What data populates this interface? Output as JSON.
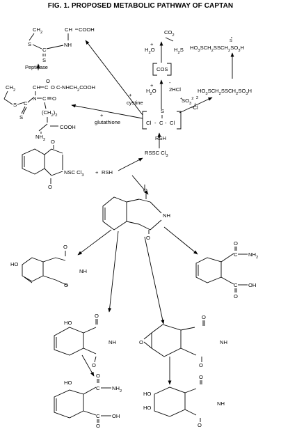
{
  "title": "FIG. 1.    PROPOSED METABOLIC PATHWAY OF CAPTAN",
  "arrow_labels": {
    "peptidase": "Peptidase",
    "cystine": "cystine",
    "glutathione": "glutathione",
    "rsh_lower": "RSH",
    "plus_cystine": "+",
    "plus_glutathione": "+"
  },
  "products": {
    "co2": "CO",
    "co2_sub": "2",
    "h2o_a": "H",
    "h2o_a_sub": "2",
    "h2o_a_o": "O",
    "plus_a": "+",
    "h2s": "H",
    "h2s_sub": "2",
    "h2s_s": "S",
    "cos": "COS",
    "h2o_b": "H",
    "h2o_b_sub": "2",
    "h2o_b_o": "O",
    "plus_b": "+",
    "two_hcl": "2HCl",
    "neg_top": "-",
    "so3_2": "SO",
    "so3_2_sub": "3",
    "so3_2_sup": "2",
    "neg_cl": "Cl",
    "minus_cl": "-",
    "plus_so3": "+"
  },
  "sulfonates": {
    "trithio_top": "HO",
    "trithio_top_2": "3",
    "trithio_top_3": "SCH",
    "trithio_top_4": "2",
    "trithio_top_5": "SSCH",
    "trithio_top_6": "2",
    "trithio_top_7": "SO",
    "trithio_top_8": "3",
    "trithio_top_9": "H",
    "dithio_a": "HO",
    "dithio_b": "3",
    "dithio_c": "SCH",
    "dithio_d": "2",
    "dithio_e": "SSCH",
    "dithio_f": "2",
    "dithio_g": "SO",
    "dithio_h": "3",
    "dithio_i": "H"
  },
  "thiophosgene": {
    "s": "S",
    "cl_l": "Cl",
    "c": "C",
    "cl_r": "Cl",
    "dash1": "-",
    "dash2": "-"
  },
  "captan_reaction": {
    "nscl": "NSC Cl",
    "nscl_sub": "3",
    "plus": "+",
    "rsh": "RSH",
    "rsscl": "RSSC  Cl",
    "rsscl_sub": "3"
  },
  "cysteine_adduct": {
    "ch2": "CH",
    "ch2_sub": "2",
    "ch": "CH",
    "cooh": "COOH",
    "nh": "NH",
    "s1": "S",
    "c": "C",
    "s2": "S"
  },
  "glutathione_adduct": {
    "ch2": "CH",
    "ch2_sub": "2",
    "ch": "CH",
    "c_o": "C",
    "nh_ch2cooh": "O    C-NHCH",
    "nh_ch2cooh_sub": "2",
    "nh_ch2cooh_end": "COOH",
    "n": "N",
    "c": "C",
    "eq_o": "O",
    "s1": "S",
    "c2": "C",
    "s2": "S",
    "ch2_2": "(CH",
    "ch2_2_sub": "2",
    "ch2_2_end": ")",
    "ch2_2_sub2": "2",
    "cooh": "COOH",
    "nh2": "NH",
    "nh2_sub": "2"
  },
  "tetrahydrophthalimide": {
    "nh": "NH",
    "o_top": "O",
    "o_bot": "O"
  },
  "hydroxy_imide": {
    "ho": "HO",
    "nh": "NH",
    "o_top": "O",
    "o_bot": "O"
  },
  "amic_acid": {
    "nh2": "NH",
    "nh2_sub": "2",
    "oh": "OH",
    "o_top": "O",
    "o_bot": "O",
    "c_top": "C",
    "c_bot": "C"
  },
  "hydroxy_imide_2": {
    "ho": "HO",
    "nh": "NH",
    "o_top": "O",
    "o_bot": "O"
  },
  "epoxide_imide": {
    "nh": "NH",
    "o_epox": "O",
    "o_top": "O",
    "o_bot": "O"
  },
  "hydroxy_amic_acid": {
    "ho": "HO",
    "nh2": "NH",
    "nh2_sub": "2",
    "oh": "OH",
    "c_top": "C",
    "c_bot": "C",
    "o_top": "O",
    "o_bot": "O"
  },
  "diol_imide": {
    "ho_top": "HO",
    "ho_bot": "HO",
    "nh": "NH",
    "o_top": "O",
    "o_bot": "O"
  },
  "captan_imide": {
    "o_top": "O",
    "o_bot": "O"
  }
}
